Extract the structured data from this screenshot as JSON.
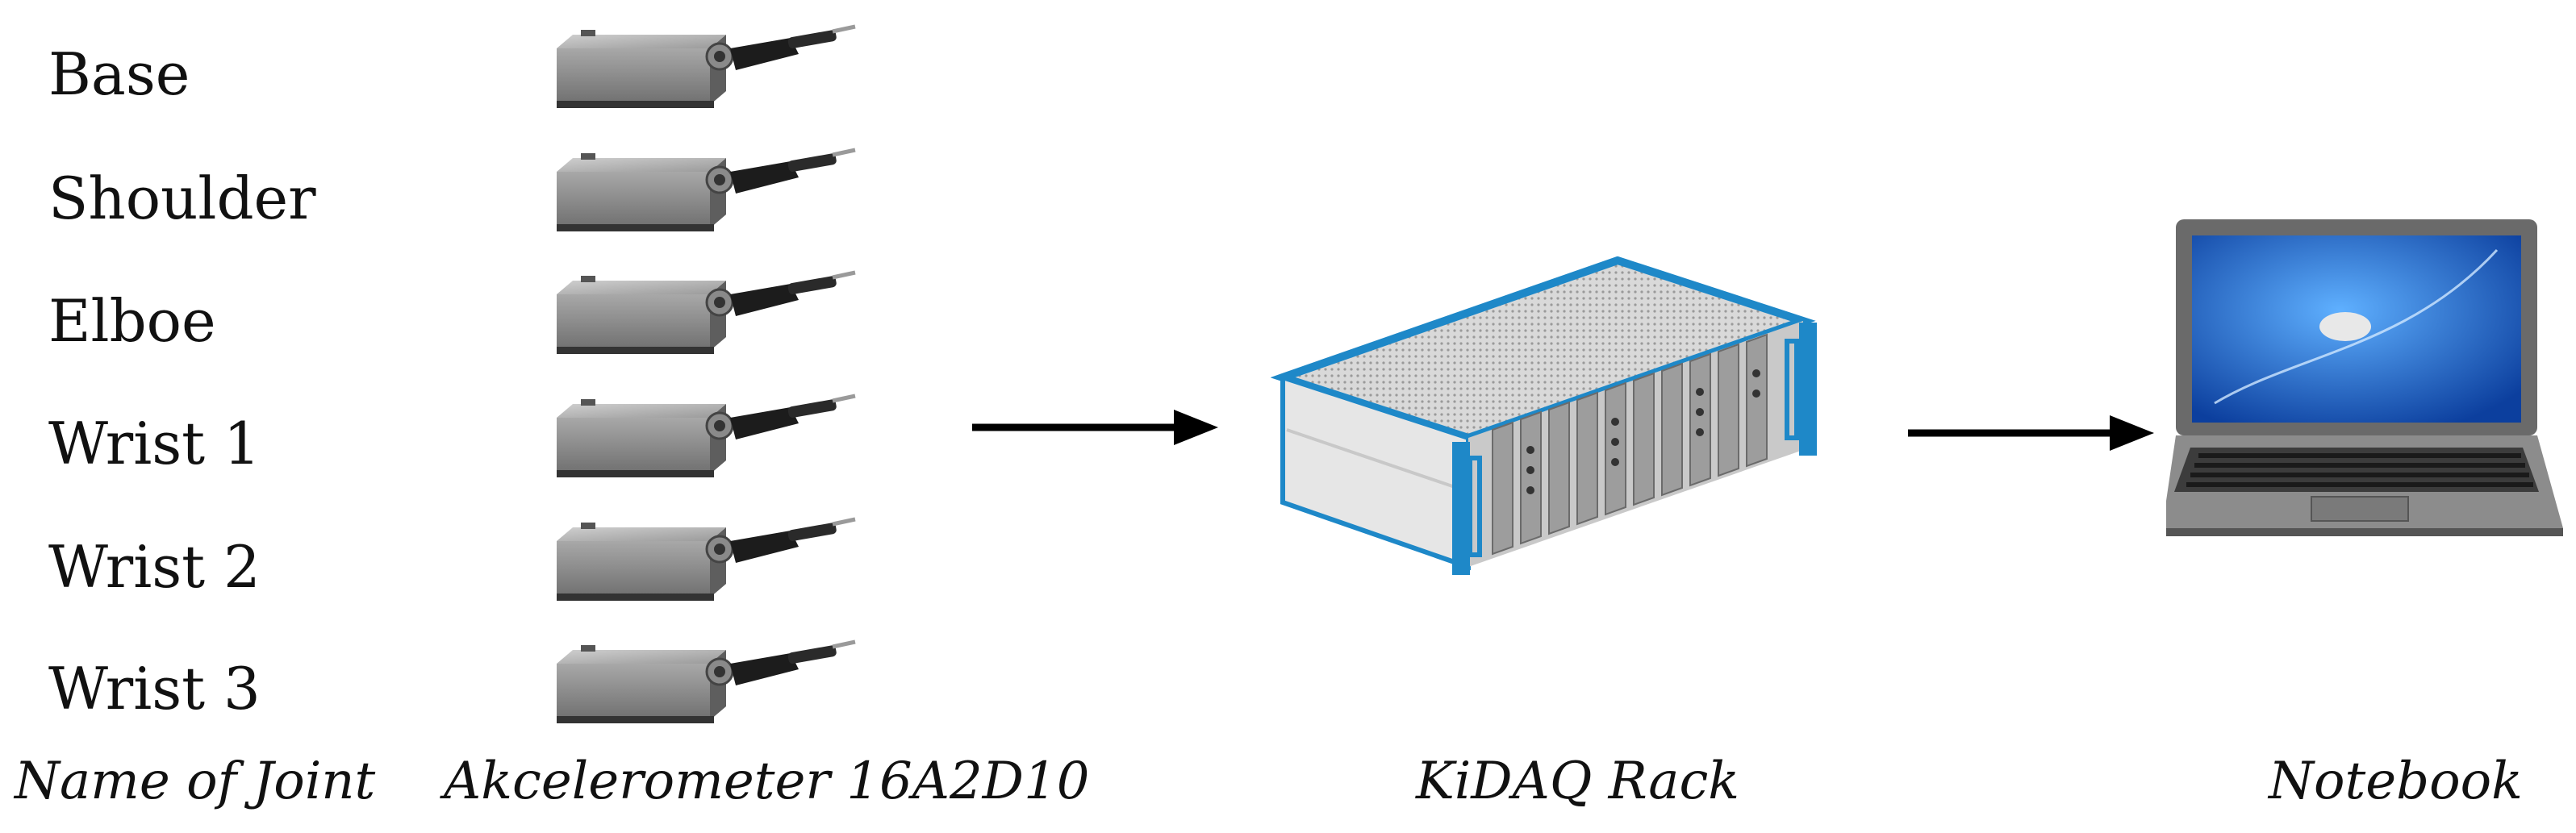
{
  "joints": [
    {
      "label": "Base"
    },
    {
      "label": "Shoulder"
    },
    {
      "label": "Elboe"
    },
    {
      "label": "Wrist 1"
    },
    {
      "label": "Wrist 2"
    },
    {
      "label": "Wrist 3"
    }
  ],
  "captions": {
    "joint": "Name of Joint",
    "sensor": "Akcelerometer 16A2D10",
    "rack": "KiDAQ Rack",
    "notebook": "Notebook"
  },
  "icons": {
    "sensor": "accelerometer-icon",
    "rack": "daq-rack-icon",
    "laptop": "laptop-icon",
    "arrow": "arrow-right-icon"
  },
  "colors": {
    "rack_accent": "#1e88c8",
    "sensor_body": "#7f7f7f",
    "laptop_screen": "#1e6fd0",
    "arrow": "#000000"
  }
}
